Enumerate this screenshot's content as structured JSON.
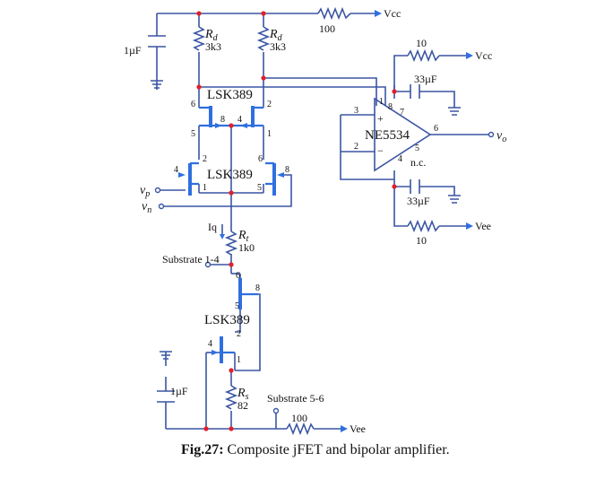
{
  "figure": {
    "caption_number": "Fig.27:",
    "caption_text": " Composite jFET and bipolar amplifier."
  },
  "rails": {
    "vcc": "Vcc",
    "vee": "Vee"
  },
  "components": {
    "rd_left": {
      "name": "R",
      "sub": "d",
      "value": "3k3"
    },
    "rd_right": {
      "name": "R",
      "sub": "d",
      "value": "3k3"
    },
    "rt": {
      "name": "R",
      "sub": "t",
      "value": "1k0"
    },
    "rs": {
      "name": "R",
      "sub": "s",
      "value": "82"
    },
    "r_top": "100",
    "r_bottom": "100",
    "r_op_top": "10",
    "r_op_bottom": "10",
    "c_top": "1µF",
    "c_bottom": "1µF",
    "c_op_top": "33µF",
    "c_op_bottom": "33µF"
  },
  "devices": {
    "fet_top": "LSK389",
    "fet_mid": "LSK389",
    "fet_bottom": "LSK389",
    "opamp": "NE5534",
    "nc": "n.c."
  },
  "labels": {
    "iq": "Iq",
    "substrate_top": "Substrate 1-4",
    "substrate_bottom": "Substrate 5-6",
    "vp": "v",
    "vp_sub": "p",
    "vn": "v",
    "vn_sub": "n",
    "vo": "v",
    "vo_sub": "o"
  },
  "pins": {
    "p6a": "6",
    "p2a": "2",
    "p8a": "8",
    "p4a": "4",
    "p5a": "5",
    "p1a": "1",
    "p2b": "2",
    "p6b": "6",
    "p4b": "4",
    "p8b": "8",
    "p1b": "1",
    "p5b": "5",
    "p6c": "6",
    "p8c": "8",
    "p5c": "5",
    "p2c": "2",
    "p4c": "4",
    "p1c": "1",
    "op3": "3",
    "op2": "2",
    "op1": "1",
    "op8": "8",
    "op7": "7",
    "op6": "6",
    "op4": "4",
    "op5": "5",
    "plus": "+",
    "minus": "−"
  }
}
